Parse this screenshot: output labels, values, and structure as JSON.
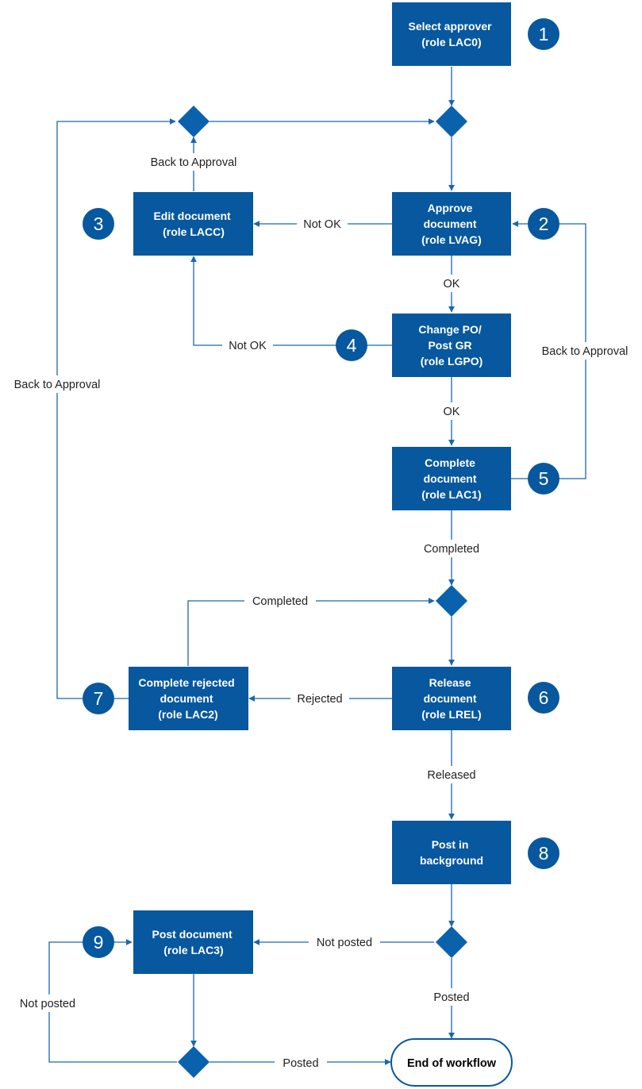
{
  "nodes": {
    "select_approver": [
      "Select approver",
      "(role LAC0)"
    ],
    "approve_document": [
      "Approve",
      "document",
      "(role LVAG)"
    ],
    "edit_document": [
      "Edit document",
      "(role LACC)"
    ],
    "change_po": [
      "Change PO/",
      "Post GR",
      "(role LGPO)"
    ],
    "complete_document": [
      "Complete",
      "document",
      "(role LAC1)"
    ],
    "release_document": [
      "Release",
      "document",
      "(role LREL)"
    ],
    "complete_rejected": [
      "Complete rejected",
      "document",
      "(role LAC2)"
    ],
    "post_background": [
      "Post in",
      "background"
    ],
    "post_document": [
      "Post document",
      "(role LAC3)"
    ],
    "end": "End of workflow"
  },
  "badges": {
    "b1": "1",
    "b2": "2",
    "b3": "3",
    "b4": "4",
    "b5": "5",
    "b6": "6",
    "b7": "7",
    "b8": "8",
    "b9": "9"
  },
  "edges": {
    "back_to_approval_top": "Back to Approval",
    "not_ok_approve": "Not OK",
    "ok_approve": "OK",
    "not_ok_change": "Not OK",
    "ok_change": "OK",
    "back_to_approval_right": "Back to Approval",
    "back_to_approval_left": "Back to Approval",
    "completed_complete": "Completed",
    "completed_rejected": "Completed",
    "rejected": "Rejected",
    "released": "Released",
    "not_posted_right": "Not posted",
    "posted_down": "Posted",
    "not_posted_left": "Not posted",
    "posted_bottom": "Posted"
  },
  "colors": {
    "node": "#07589e",
    "line": "#1b67ab",
    "diamond": "#0a62ad"
  }
}
